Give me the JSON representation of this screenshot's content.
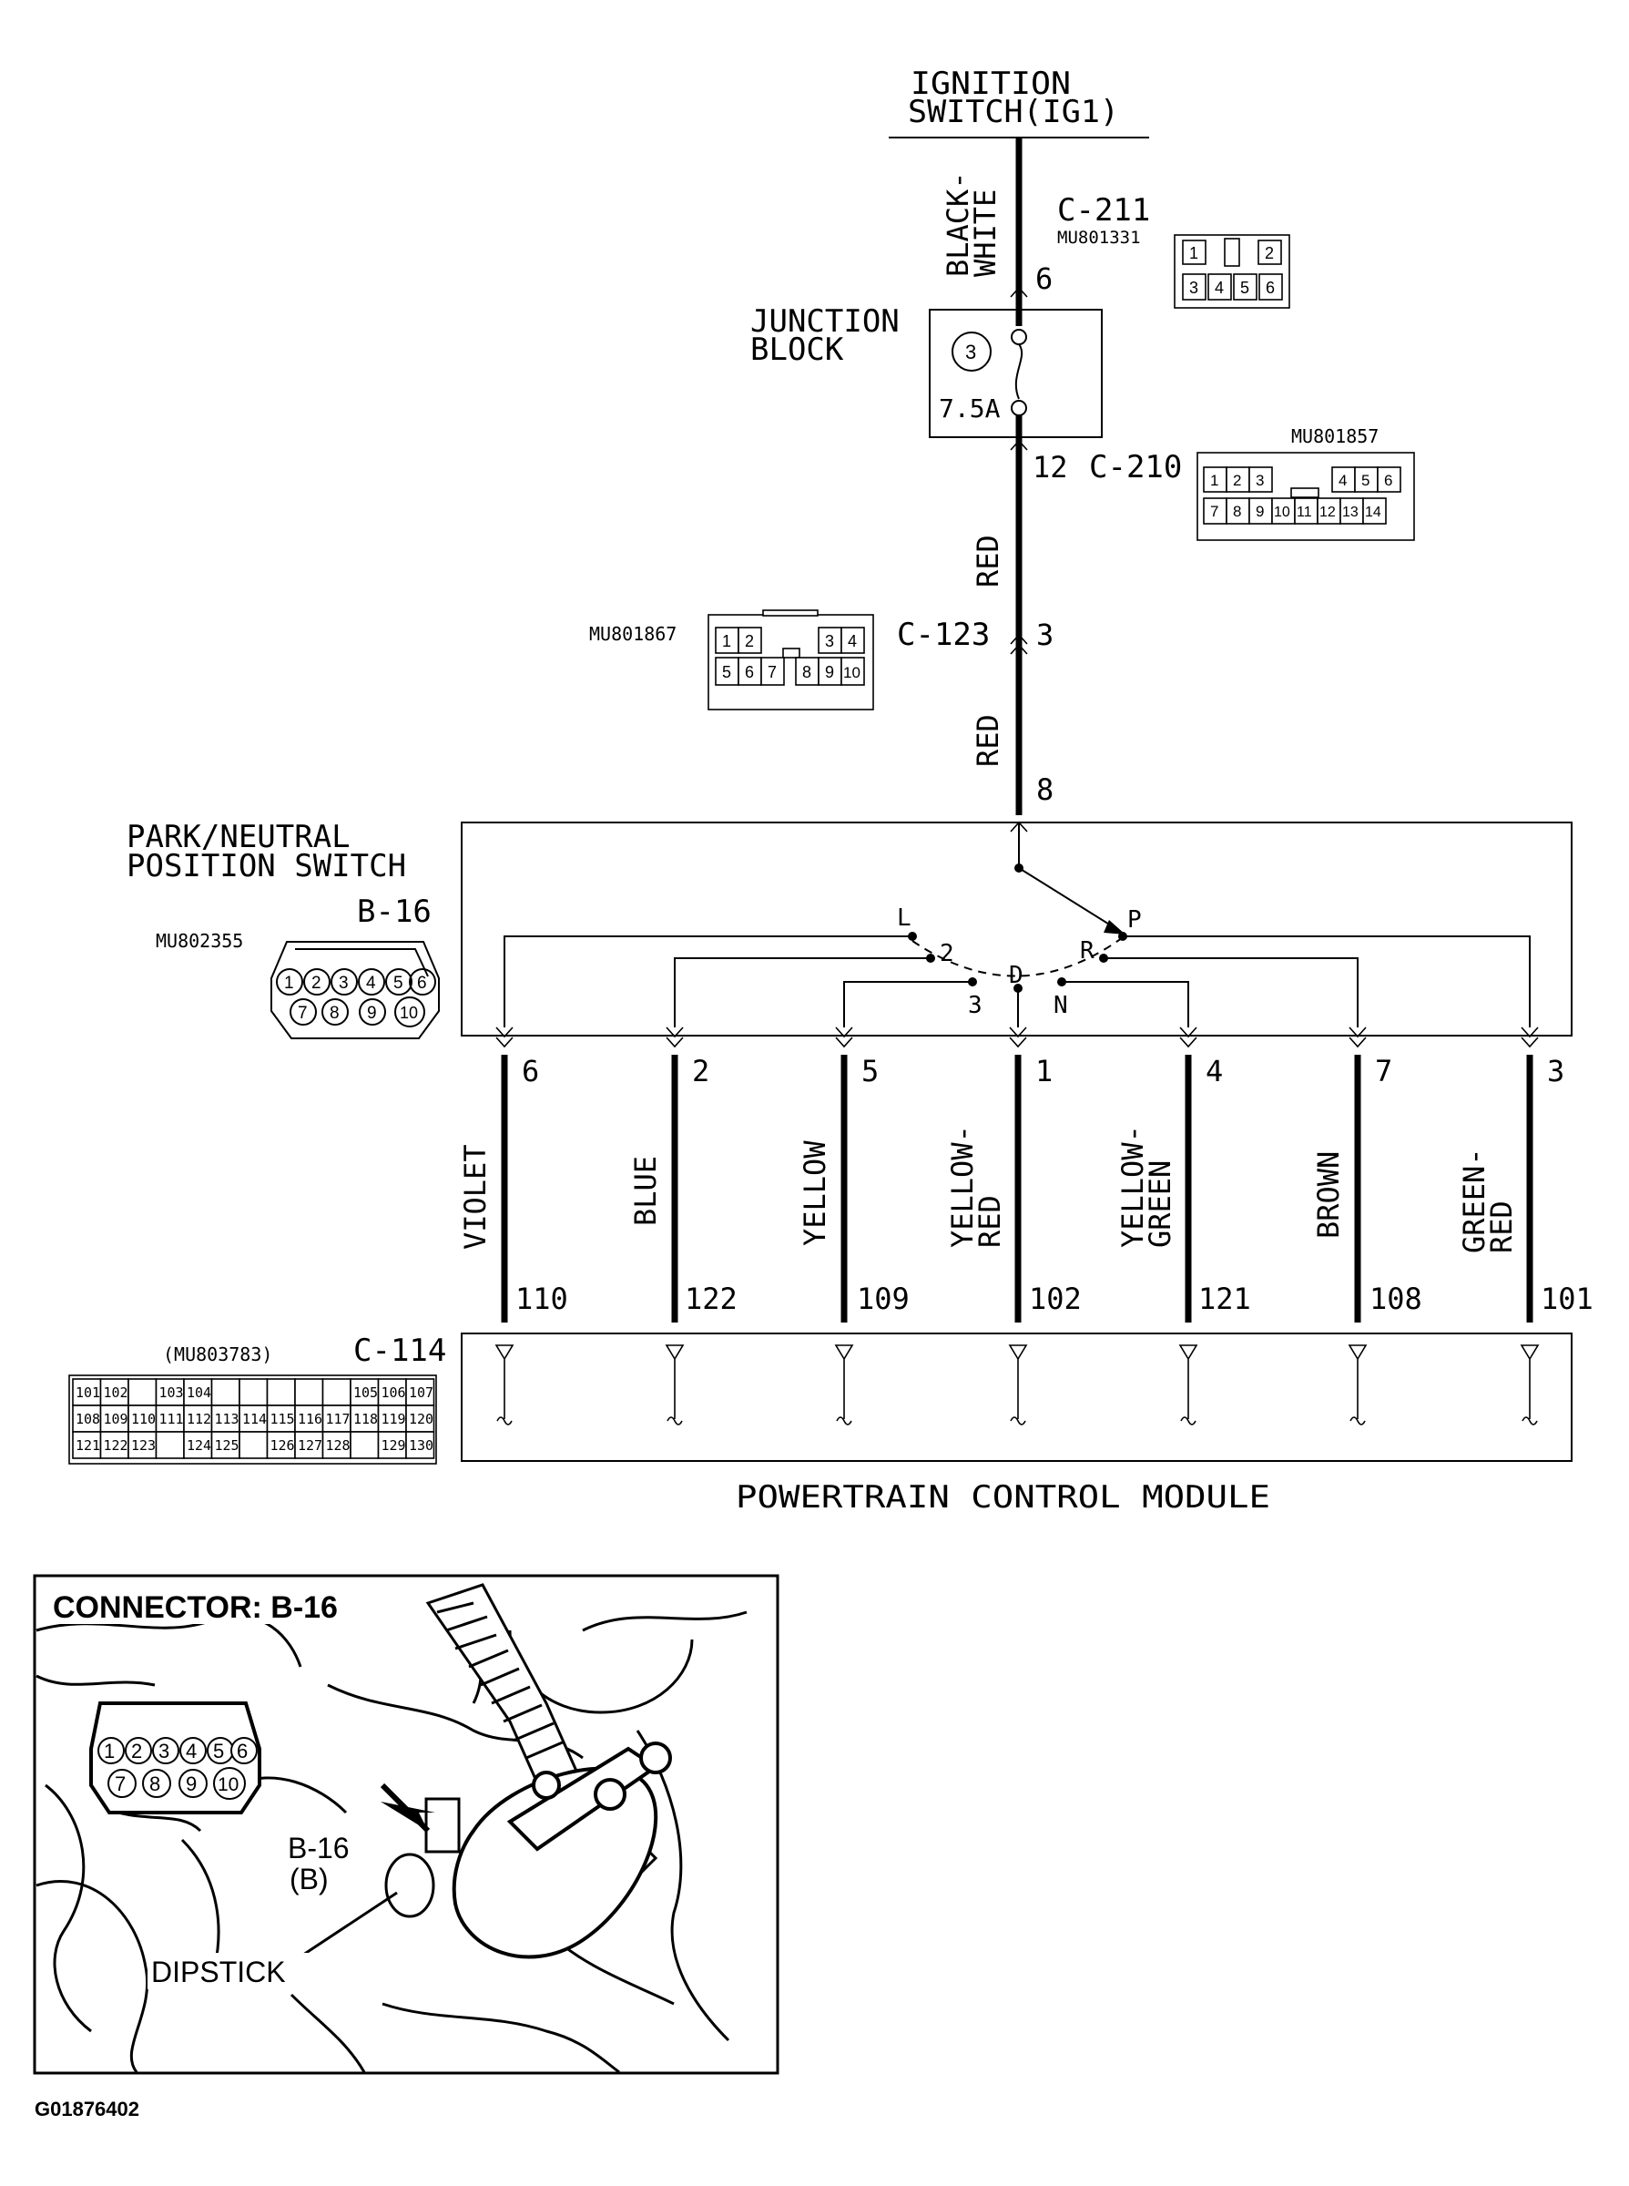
{
  "power_source": {
    "line1": "IGNITION",
    "line2": "SWITCH(IG1)"
  },
  "wires": {
    "black_white": [
      "BLACK-",
      "WHITE"
    ],
    "red_upper": "RED",
    "red_lower": "RED"
  },
  "connectors": {
    "c211": {
      "name": "C-211",
      "part": "MU801331",
      "pin": "6",
      "pins_top": [
        "1",
        "2"
      ],
      "pins_bottom": [
        "3",
        "4",
        "5",
        "6"
      ]
    },
    "c210": {
      "name": "C-210",
      "part": "MU801857",
      "pin": "12",
      "pins_top": [
        "1",
        "2",
        "3",
        "4",
        "5",
        "6"
      ],
      "pins_bottom": [
        "7",
        "8",
        "9",
        "10",
        "11",
        "12",
        "13",
        "14"
      ]
    },
    "c123": {
      "name": "C-123",
      "part": "MU801867",
      "pin": "3",
      "pins_top": [
        "1",
        "2",
        "3",
        "4"
      ],
      "pins_bottom": [
        "5",
        "6",
        "7",
        "8",
        "9",
        "10"
      ]
    },
    "b16": {
      "name": "B-16",
      "part": "MU802355",
      "pin_in": "8",
      "pins_top": [
        "1",
        "2",
        "3",
        "4",
        "5",
        "6"
      ],
      "pins_bottom": [
        "7",
        "8",
        "9",
        "10"
      ]
    },
    "c114": {
      "name": "C-114",
      "part": "(MU803783)",
      "rows": [
        [
          "101",
          "102",
          "",
          "103",
          "104",
          "",
          "",
          "",
          "",
          "",
          "105",
          "106",
          "107"
        ],
        [
          "108",
          "109",
          "110",
          "111",
          "112",
          "113",
          "114",
          "115",
          "116",
          "117",
          "118",
          "119",
          "120"
        ],
        [
          "121",
          "122",
          "123",
          "",
          "124",
          "125",
          "",
          "126",
          "127",
          "128",
          "",
          "129",
          "130"
        ]
      ]
    }
  },
  "junction_block": {
    "line1": "JUNCTION",
    "line2": "BLOCK",
    "fuse_number": "3",
    "fuse_rating": "7.5A"
  },
  "switch": {
    "line1": "PARK/NEUTRAL",
    "line2": "POSITION SWITCH",
    "positions": [
      "L",
      "2",
      "3",
      "D",
      "N",
      "R",
      "P"
    ]
  },
  "outputs": [
    {
      "pin": "6",
      "color": [
        "VIOLET"
      ],
      "pcm_pin": "110"
    },
    {
      "pin": "2",
      "color": [
        "BLUE"
      ],
      "pcm_pin": "122"
    },
    {
      "pin": "5",
      "color": [
        "YELLOW"
      ],
      "pcm_pin": "109"
    },
    {
      "pin": "1",
      "color": [
        "YELLOW-",
        "RED"
      ],
      "pcm_pin": "102"
    },
    {
      "pin": "4",
      "color": [
        "YELLOW-",
        "GREEN"
      ],
      "pcm_pin": "121"
    },
    {
      "pin": "7",
      "color": [
        "BROWN"
      ],
      "pcm_pin": "108"
    },
    {
      "pin": "3",
      "color": [
        "GREEN-",
        "RED"
      ],
      "pcm_pin": "101"
    }
  ],
  "pcm_label": "POWERTRAIN CONTROL MODULE",
  "inset": {
    "title": "CONNECTOR: B-16",
    "callout_line1": "B-16",
    "callout_line2": "(B)",
    "dipstick": "DIPSTICK",
    "pins_top": [
      "1",
      "2",
      "3",
      "4",
      "5",
      "6"
    ],
    "pins_bottom": [
      "7",
      "8",
      "9",
      "10"
    ]
  },
  "figure_id": "G01876402"
}
